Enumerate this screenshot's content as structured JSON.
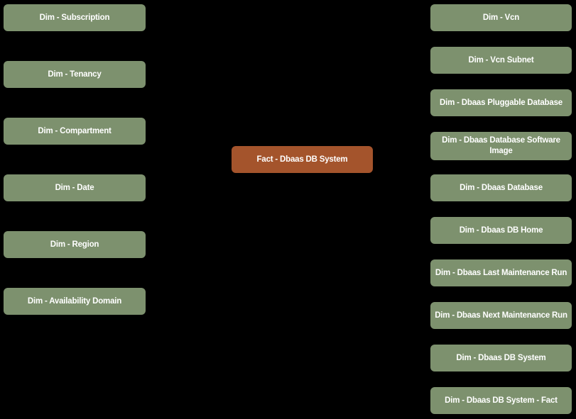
{
  "colors": {
    "background": "#000000",
    "dimension": "#7d916e",
    "fact": "#a4542c",
    "text": "#ffffff"
  },
  "diagram": {
    "fact_node": "Fact - Dbaas DB System",
    "left_dimensions": [
      "Dim - Subscription",
      "Dim - Tenancy",
      "Dim - Compartment",
      "Dim - Date",
      "Dim - Region",
      "Dim - Availability Domain"
    ],
    "right_dimensions": [
      "Dim - Vcn",
      "Dim - Vcn Subnet",
      "Dim - Dbaas Pluggable Database",
      "Dim - Dbaas Database Software Image",
      "Dim - Dbaas Database",
      "Dim - Dbaas DB Home",
      "Dim - Dbaas Last Maintenance Run",
      "Dim - Dbaas Next Maintenance Run",
      "Dim - Dbaas DB System",
      "Dim - Dbaas DB System - Fact"
    ]
  }
}
